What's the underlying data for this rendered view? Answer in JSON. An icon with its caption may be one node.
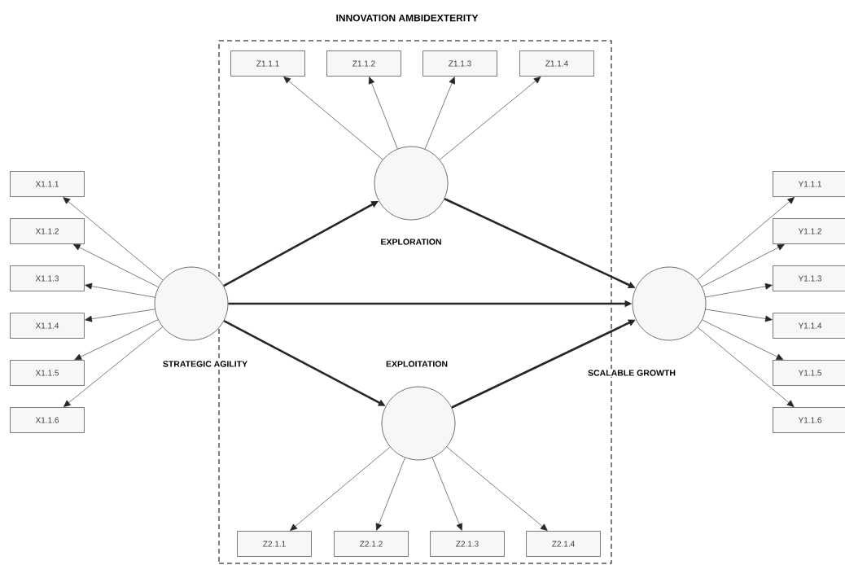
{
  "diagram": {
    "nodes": [
      {
        "text": [
          "INNOVATION AMBIDEXTERITY"
        ]
      },
      {
        "text": [
          "STRATEGIC AGILITY"
        ]
      },
      {
        "text": [
          "X1.1.1"
        ]
      },
      {
        "text": [
          "X1.1.2"
        ]
      },
      {
        "text": [
          "X1.1.3"
        ]
      },
      {
        "text": [
          "X1.1.4"
        ]
      },
      {
        "text": [
          "X1.1.5"
        ]
      },
      {
        "text": [
          "X1.1.6"
        ]
      },
      {
        "text": [
          "EXPLORATION"
        ],
        "in": 0
      },
      {
        "text": [
          "Z1.1.1"
        ],
        "in": 0
      },
      {
        "text": [
          "Z1.1.2"
        ],
        "in": 0
      },
      {
        "text": [
          "Z1.1.3"
        ],
        "in": 0
      },
      {
        "text": [
          "Z1.1.4"
        ],
        "in": 0
      },
      {
        "text": [
          "EXPLOITATION"
        ],
        "in": 0
      },
      {
        "text": [
          "Z2.1.1"
        ],
        "in": 0
      },
      {
        "text": [
          "Z2.1.2"
        ],
        "in": 0
      },
      {
        "text": [
          "Z2.1.3"
        ],
        "in": 0
      },
      {
        "text": [
          "Z2.1.4"
        ],
        "in": 0
      },
      {
        "text": [
          "SCALABLE GROWTH"
        ]
      },
      {
        "text": [
          "Y1.1.1"
        ]
      },
      {
        "text": [
          "Y1.1.2"
        ]
      },
      {
        "text": [
          "Y1.1.3"
        ]
      },
      {
        "text": [
          "Y1.1.4"
        ]
      },
      {
        "text": [
          "Y1.1.5"
        ]
      },
      {
        "text": [
          "Y1.1.6"
        ]
      }
    ],
    "edges": [
      {
        "from": 1,
        "to": 2,
        "arrow": "to"
      },
      {
        "from": 1,
        "to": 3,
        "arrow": "to"
      },
      {
        "from": 1,
        "to": 4,
        "arrow": "to"
      },
      {
        "from": 1,
        "to": 5,
        "arrow": "to"
      },
      {
        "from": 1,
        "to": 6,
        "arrow": "to"
      },
      {
        "from": 1,
        "to": 7,
        "arrow": "to"
      },
      {
        "from": 1,
        "to": 8,
        "arrow": "to",
        "style": "thick"
      },
      {
        "from": 1,
        "to": 18,
        "arrow": "to",
        "style": "thick"
      },
      {
        "from": 1,
        "to": 13,
        "arrow": "to",
        "style": "thick"
      },
      {
        "from": 8,
        "to": 9,
        "arrow": "to"
      },
      {
        "from": 8,
        "to": 10,
        "arrow": "to"
      },
      {
        "from": 8,
        "to": 11,
        "arrow": "to"
      },
      {
        "from": 8,
        "to": 12,
        "arrow": "to"
      },
      {
        "from": 8,
        "to": 18,
        "arrow": "to",
        "style": "thick"
      },
      {
        "from": 13,
        "to": 14,
        "arrow": "to"
      },
      {
        "from": 13,
        "to": 15,
        "arrow": "to"
      },
      {
        "from": 13,
        "to": 16,
        "arrow": "to"
      },
      {
        "from": 13,
        "to": 17,
        "arrow": "to"
      },
      {
        "from": 13,
        "to": 18,
        "arrow": "to",
        "style": "thick"
      },
      {
        "from": 18,
        "to": 19,
        "arrow": "to"
      },
      {
        "from": 18,
        "to": 20,
        "arrow": "to"
      },
      {
        "from": 18,
        "to": 21,
        "arrow": "to"
      },
      {
        "from": 18,
        "to": 22,
        "arrow": "to"
      },
      {
        "from": 18,
        "to": 23,
        "arrow": "to"
      },
      {
        "from": 18,
        "to": 24,
        "arrow": "to"
      }
    ]
  }
}
